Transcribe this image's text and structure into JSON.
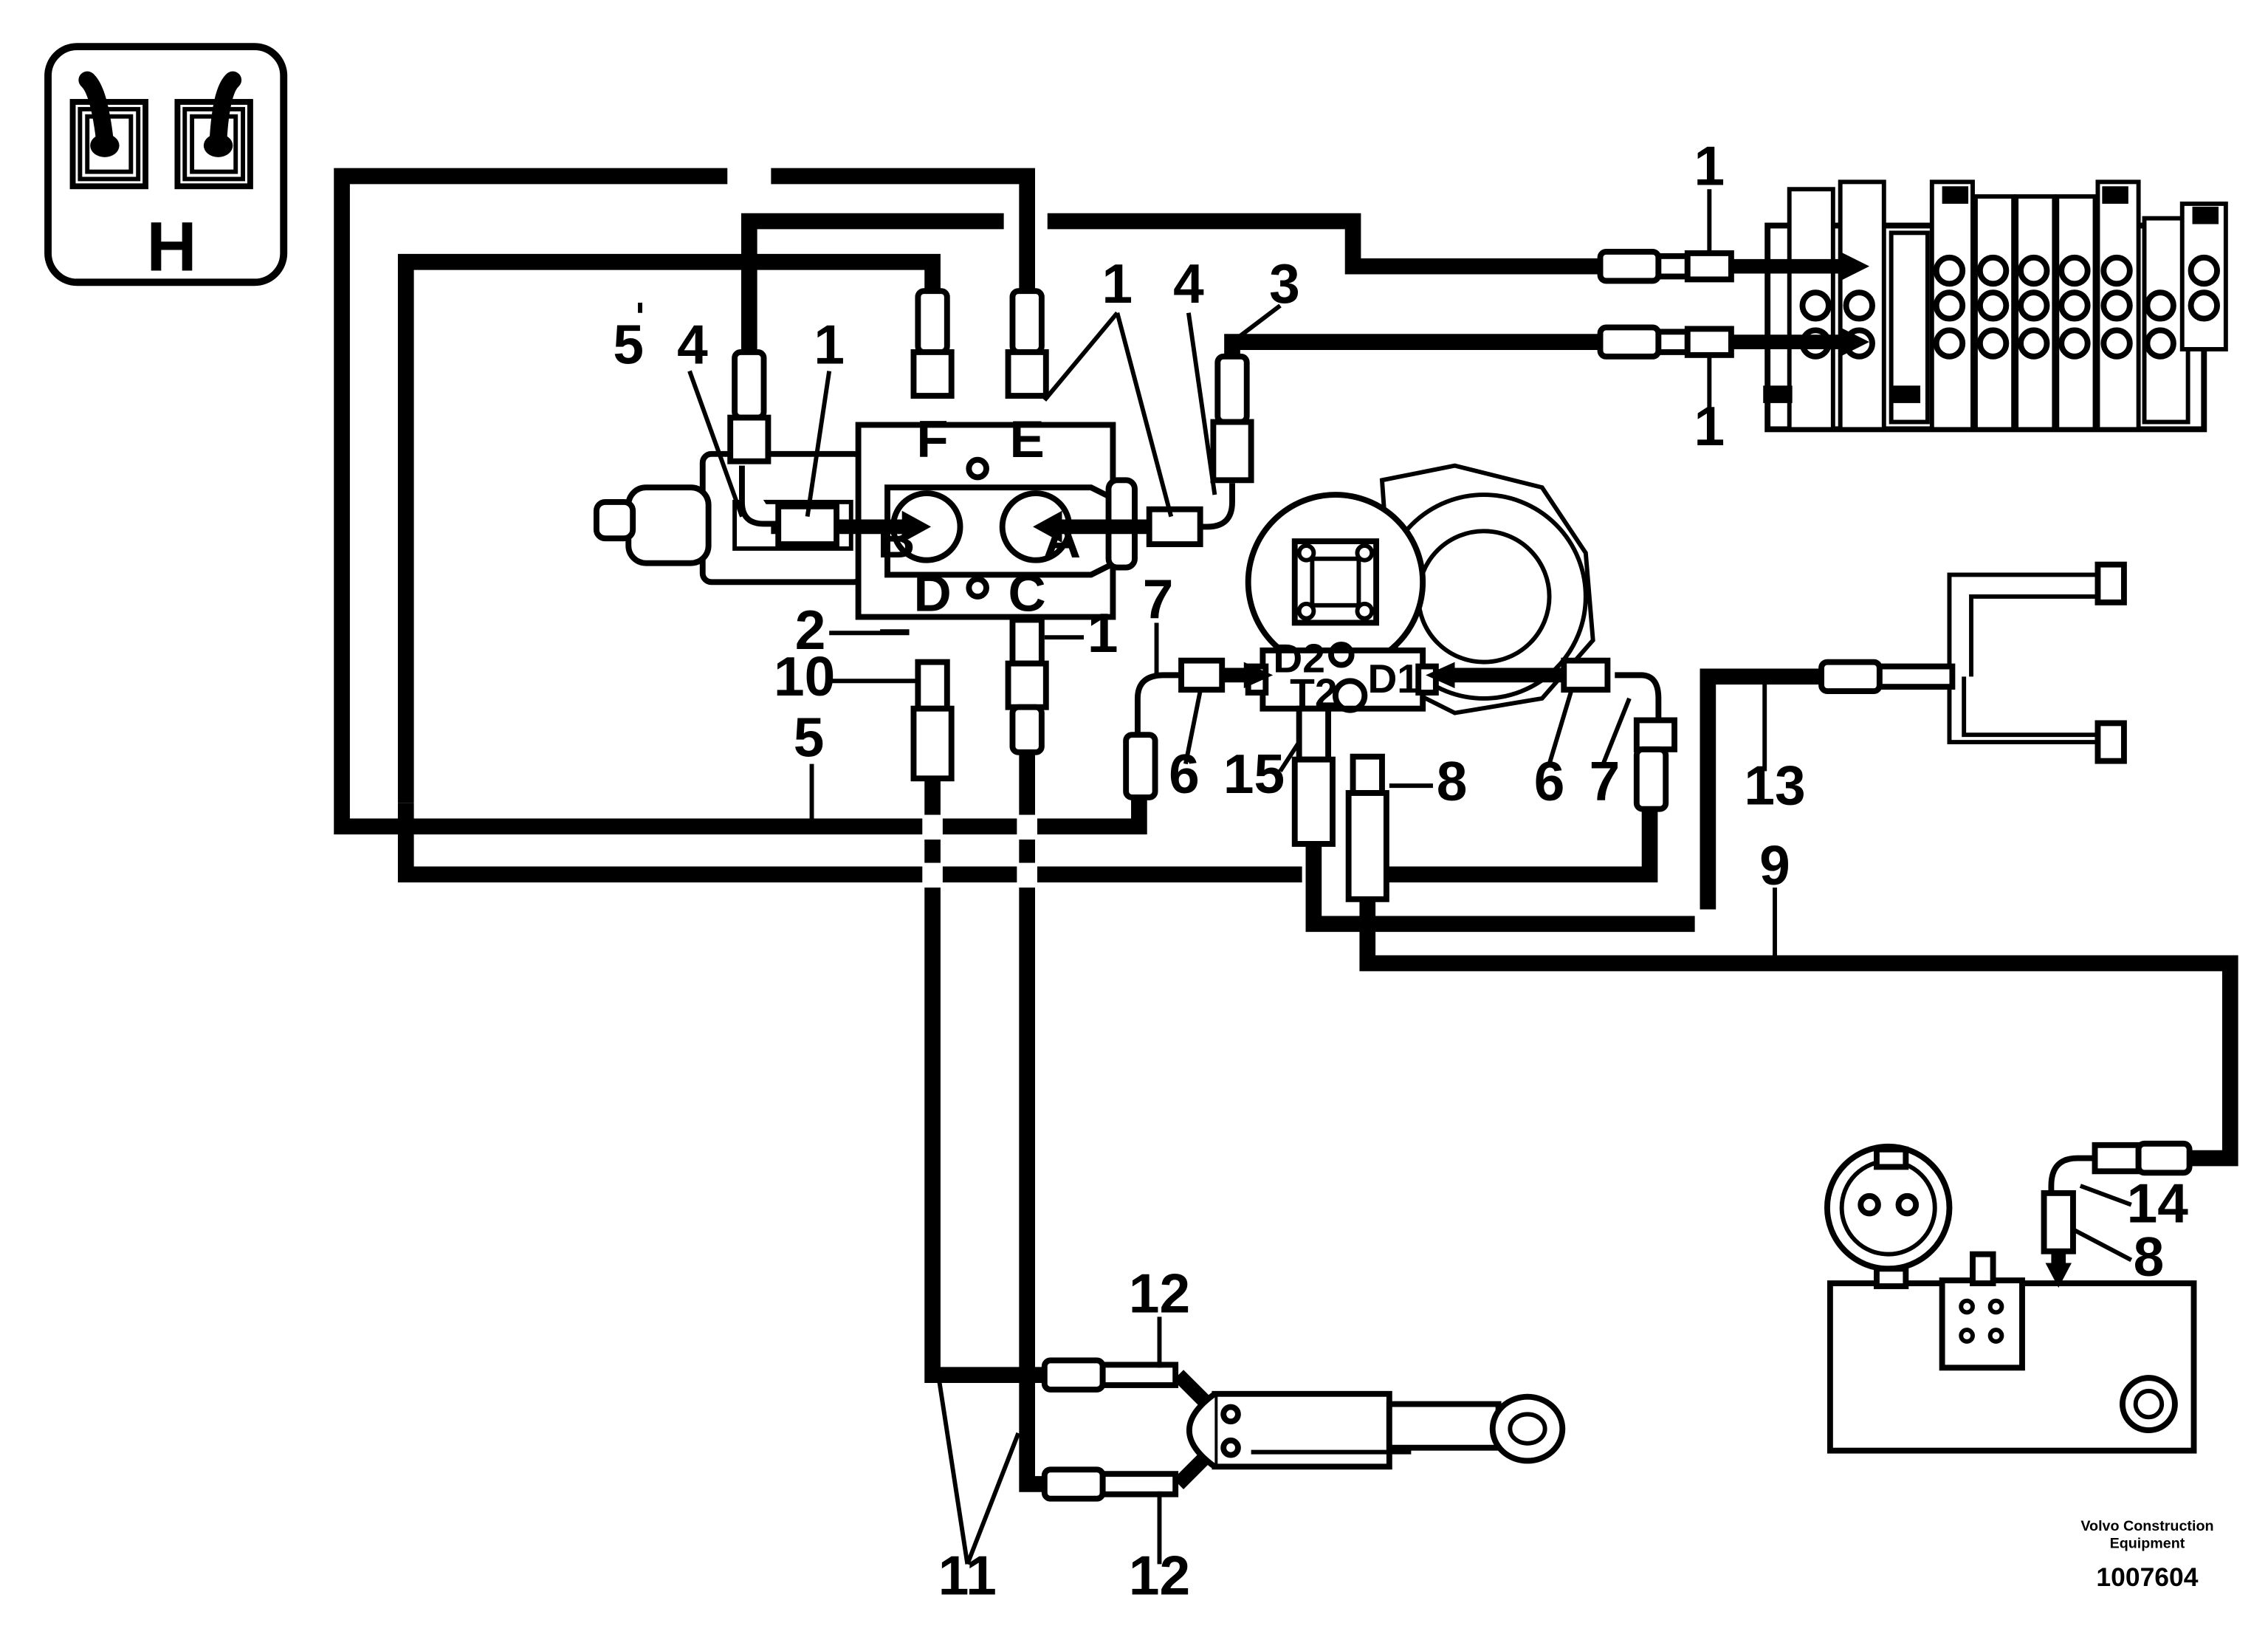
{
  "panel_symbol": {
    "letter": "H",
    "icon": "joystick-pair-icon"
  },
  "ports": {
    "A": "A",
    "B": "B",
    "C": "C",
    "D": "D",
    "E": "E",
    "F": "F",
    "D1": "D1",
    "D2": "D2",
    "T2": "T2"
  },
  "callouts": {
    "n1": "1",
    "n2": "2",
    "n3": "3",
    "n4": "4",
    "n5": "5",
    "n6": "6",
    "n7": "7",
    "n8": "8",
    "n9": "9",
    "n10": "10",
    "n11": "11",
    "n12": "12",
    "n13": "13",
    "n14": "14",
    "n15": "15"
  },
  "footer": {
    "company_line1": "Volvo Construction",
    "company_line2": "Equipment",
    "figure_id": "1007604"
  }
}
